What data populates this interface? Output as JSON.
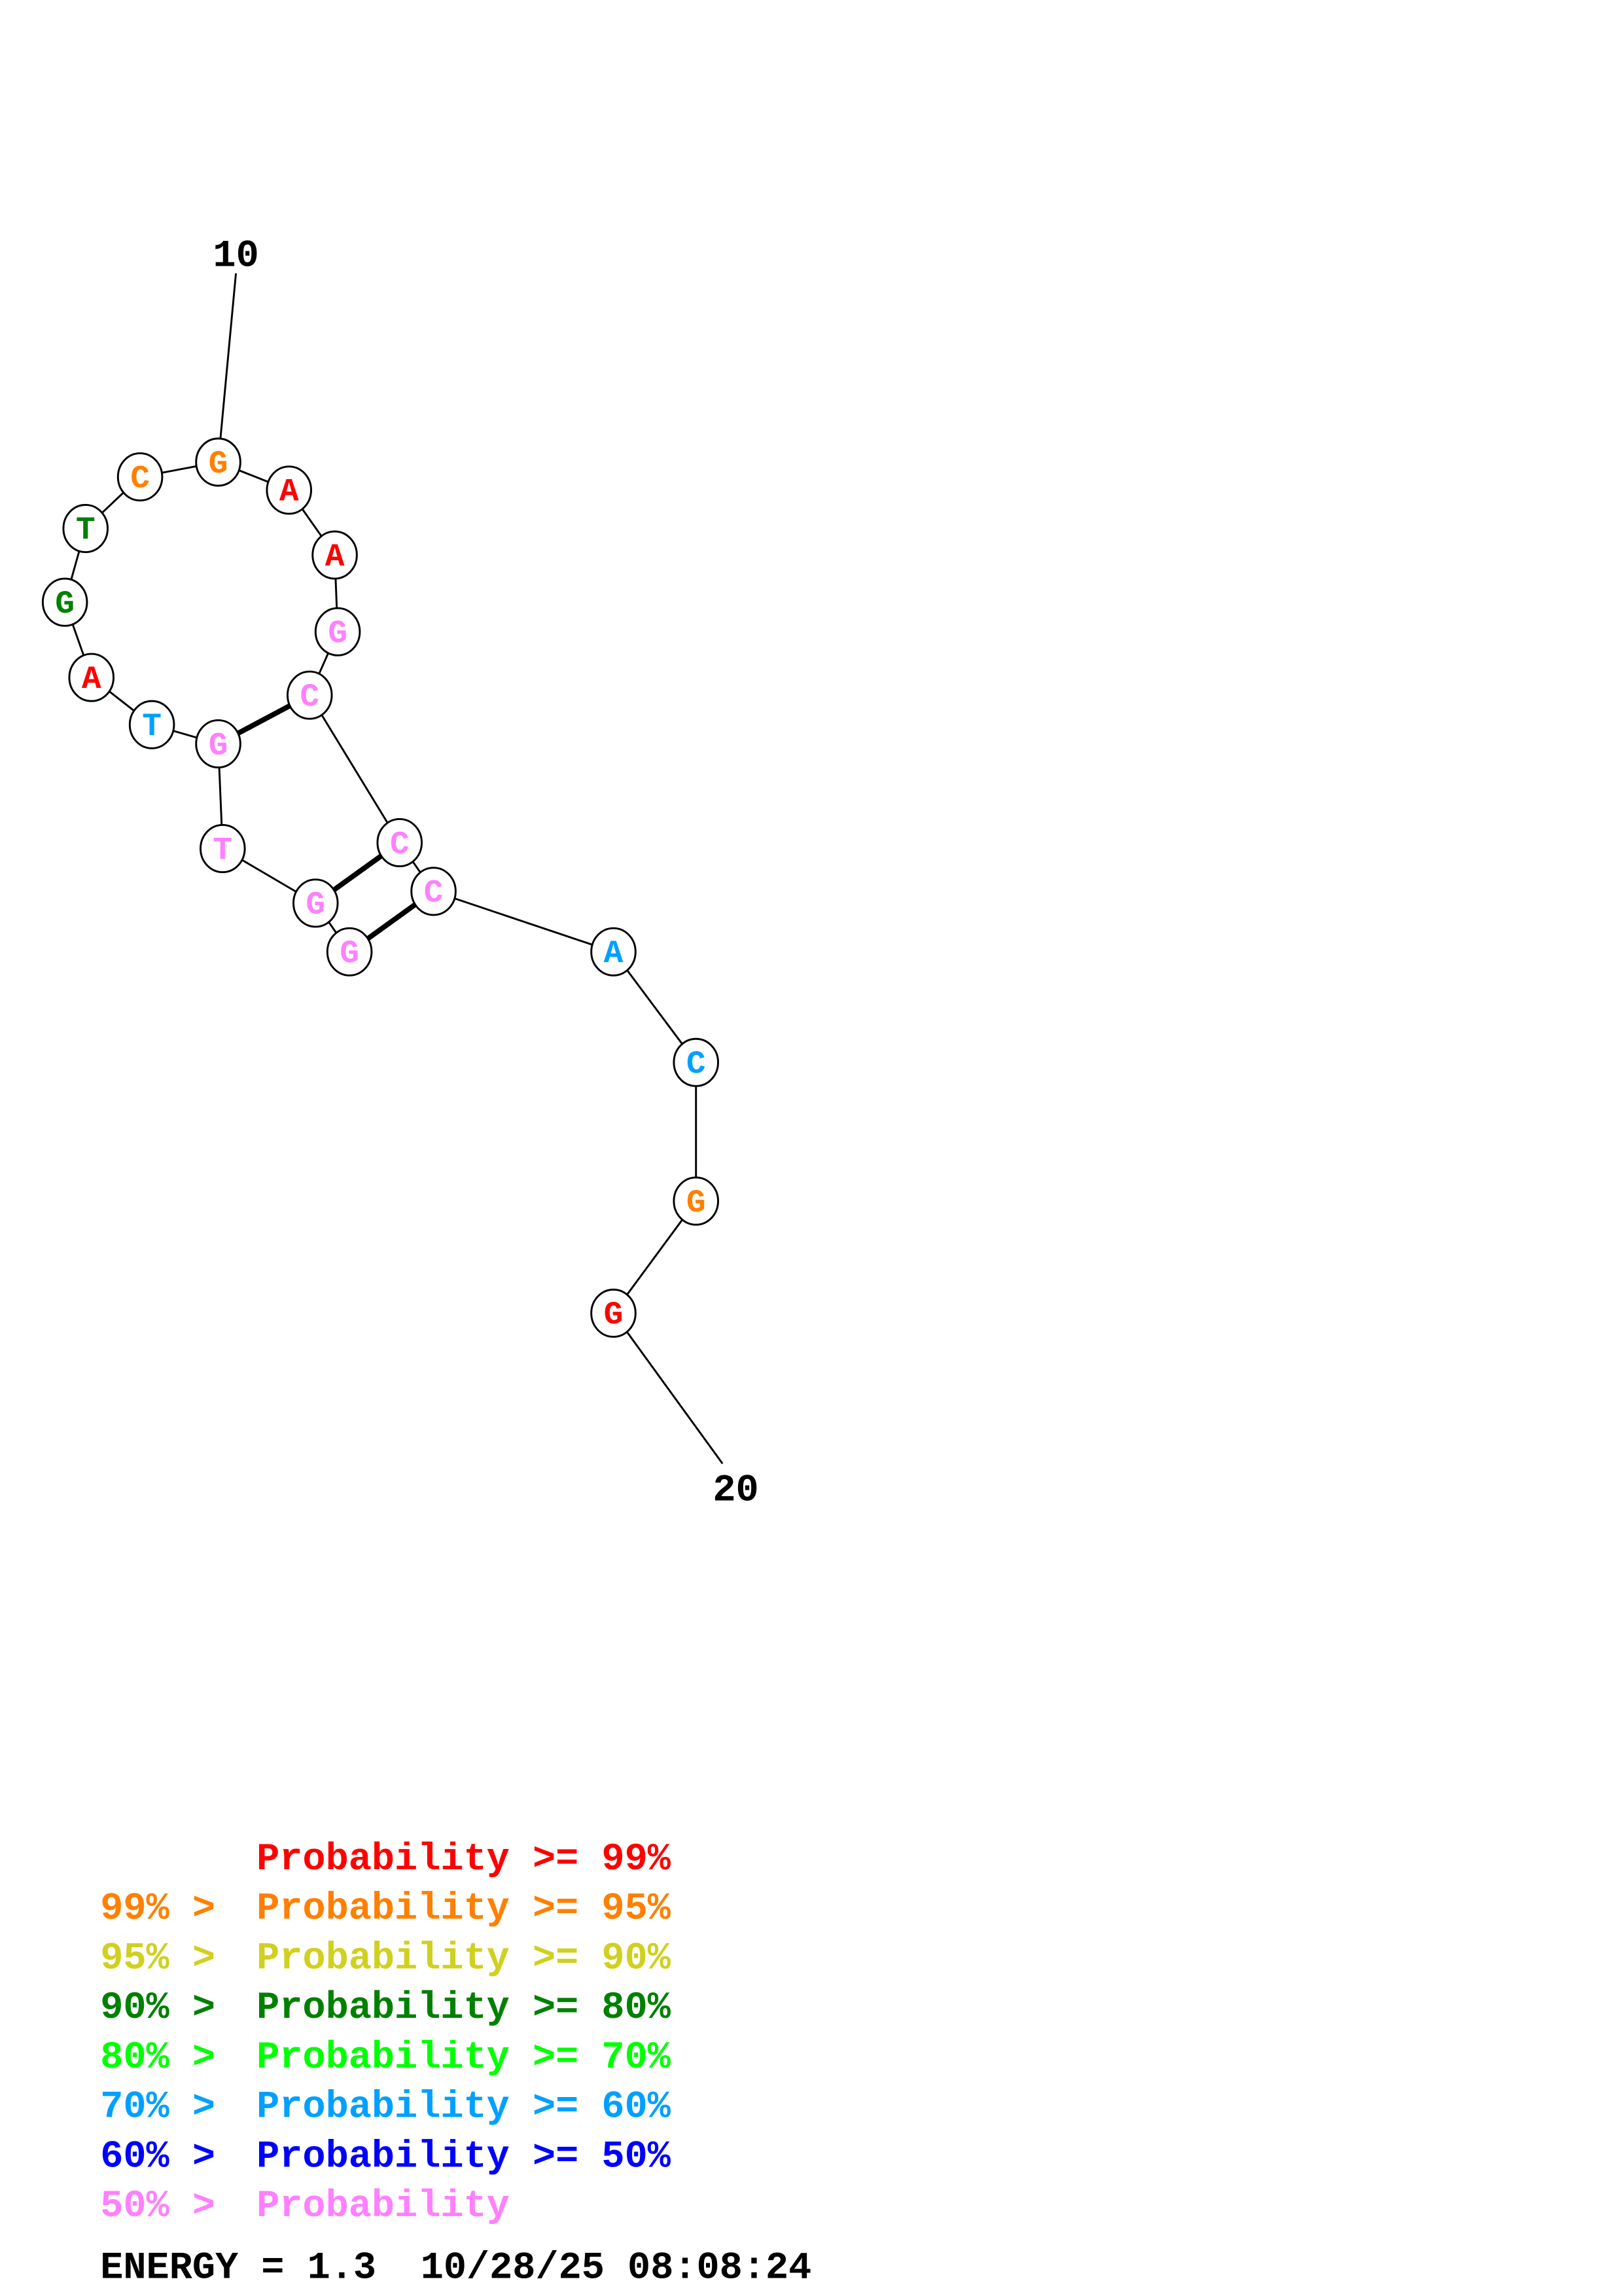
{
  "end_labels": {
    "start": "10",
    "end": "20"
  },
  "nodes": [
    {
      "base": "G",
      "color": "#FF8000"
    },
    {
      "base": "C",
      "color": "#FF8000"
    },
    {
      "base": "T",
      "color": "#008000"
    },
    {
      "base": "G",
      "color": "#008000"
    },
    {
      "base": "A",
      "color": "#FF0000"
    },
    {
      "base": "T",
      "color": "#00A0FF"
    },
    {
      "base": "G",
      "color": "#FF80FF"
    },
    {
      "base": "T",
      "color": "#FF80FF"
    },
    {
      "base": "G",
      "color": "#FF80FF"
    },
    {
      "base": "G",
      "color": "#FF80FF"
    },
    {
      "base": "A",
      "color": "#FF0000"
    },
    {
      "base": "A",
      "color": "#FF0000"
    },
    {
      "base": "G",
      "color": "#FF80FF"
    },
    {
      "base": "C",
      "color": "#FF80FF"
    },
    {
      "base": "C",
      "color": "#FF80FF"
    },
    {
      "base": "C",
      "color": "#FF80FF"
    },
    {
      "base": "A",
      "color": "#00A0FF"
    },
    {
      "base": "C",
      "color": "#00A0FF"
    },
    {
      "base": "G",
      "color": "#FF8000"
    },
    {
      "base": "G",
      "color": "#FF0000"
    }
  ],
  "legend": [
    {
      "prefix": "",
      "text": "Probability >= 99%",
      "color": "#FF0000"
    },
    {
      "prefix": "99% >",
      "text": "Probability >= 95%",
      "color": "#FF8000"
    },
    {
      "prefix": "95% >",
      "text": "Probability >= 90%",
      "color": "#D0D020"
    },
    {
      "prefix": "90% >",
      "text": "Probability >= 80%",
      "color": "#008000"
    },
    {
      "prefix": "80% >",
      "text": "Probability >= 70%",
      "color": "#00FF00"
    },
    {
      "prefix": "70% >",
      "text": "Probability >= 60%",
      "color": "#00A0FF"
    },
    {
      "prefix": "60% >",
      "text": "Probability >= 50%",
      "color": "#0000FF"
    },
    {
      "prefix": "50% >",
      "text": "Probability",
      "color": "#FF80FF"
    }
  ],
  "footer": {
    "energy": "ENERGY = 1.3",
    "timestamp": "10/28/25 08:08:24"
  }
}
